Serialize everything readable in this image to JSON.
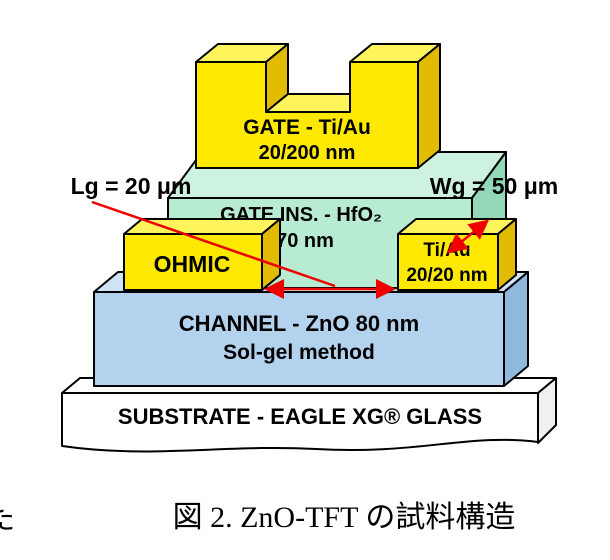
{
  "diagram": {
    "gate": {
      "line1": "GATE - Ti/Au",
      "line2": "20/200 nm"
    },
    "gate_insulator": {
      "line1": "GATE INS. - HfO₂",
      "line2": "70 nm"
    },
    "ohmic": {
      "label": "OHMIC"
    },
    "drain_contact": {
      "line1": "Ti/Au",
      "line2": "20/20 nm"
    },
    "channel": {
      "line1": "CHANNEL - ZnO 80 nm",
      "line2": "Sol-gel method"
    },
    "substrate": {
      "label": "SUBSTRATE - EAGLE XG® GLASS"
    },
    "annotations": {
      "gate_length": "Lg = 20 μm",
      "gate_width": "Wg = 50 μm"
    },
    "colors": {
      "yellow_front": "#ffe900",
      "yellow_top": "#fff45c",
      "yellow_side": "#e0bb00",
      "green_front": "#b7ebd2",
      "green_top": "#cdf3e0",
      "green_side": "#93d9b9",
      "blue_front": "#b3d2ee",
      "blue_top": "#cfe3f6",
      "blue_side": "#8fb8dd",
      "substrate_face": "#ffffff",
      "substrate_side": "#f0f0f0",
      "outline": "#000000",
      "annotation_red": "#ee0000"
    }
  },
  "caption": {
    "text": "図 2.  ZnO-TFT の試料構造",
    "fragment": "た"
  }
}
